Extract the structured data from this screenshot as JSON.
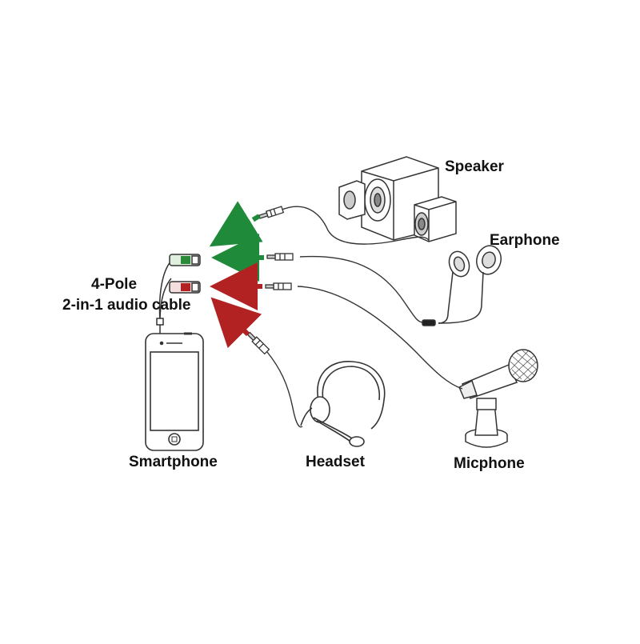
{
  "labels": {
    "speaker": "Speaker",
    "earphone": "Earphone",
    "cable_line1": "4-Pole",
    "cable_line2": "2-in-1 audio cable",
    "smartphone": "Smartphone",
    "headset": "Headset",
    "micphone": "Micphone"
  },
  "colors": {
    "green": "#1f8a3a",
    "red": "#b22222",
    "line": "#333333"
  },
  "icons": [
    "speaker-icon",
    "earphone-icon",
    "smartphone-icon",
    "headset-icon",
    "microphone-icon",
    "audio-jack-icon",
    "splitter-icon"
  ]
}
